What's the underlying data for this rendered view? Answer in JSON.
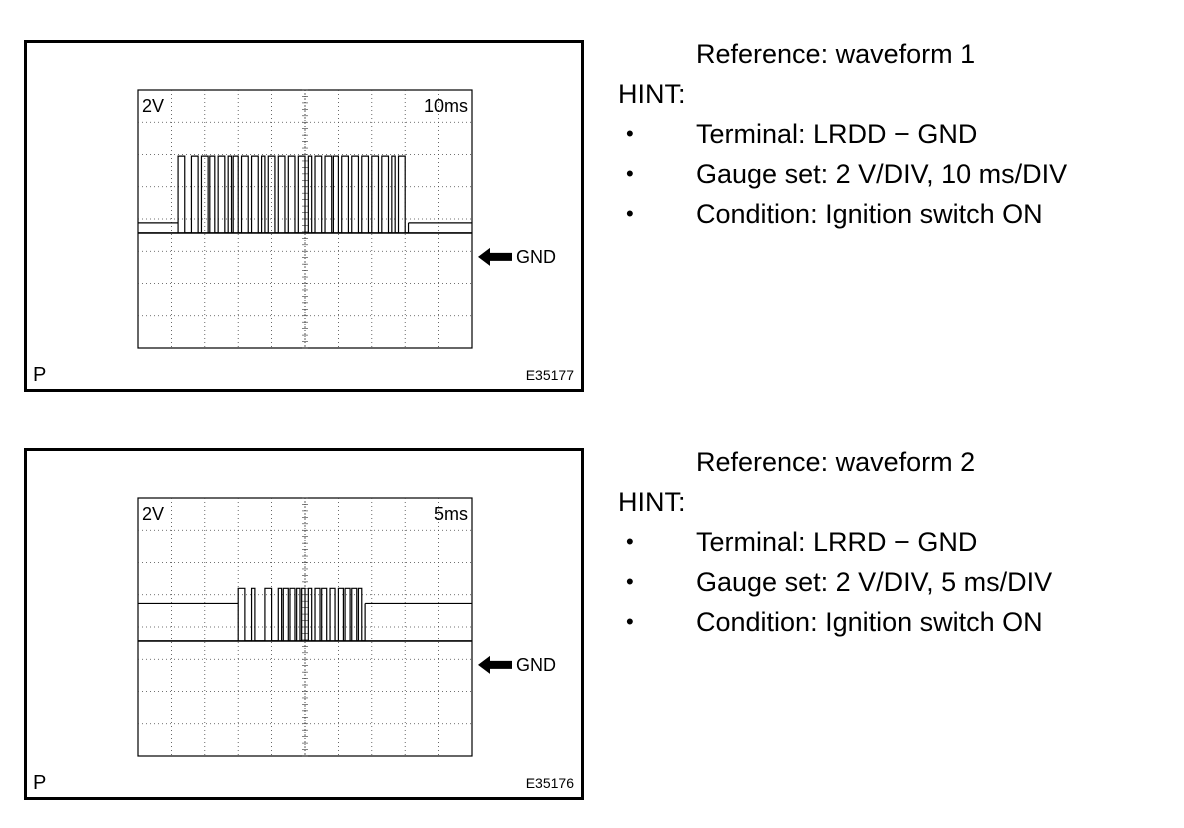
{
  "panels": [
    {
      "volt_label": "2V",
      "time_label": "10ms",
      "gnd_label": "GND",
      "corner_label": "P",
      "code": "E35177",
      "waveform_pulses": [
        [
          0.12,
          0.14
        ],
        [
          0.16,
          0.18
        ],
        [
          0.19,
          0.21
        ],
        [
          0.215,
          0.23
        ],
        [
          0.24,
          0.26
        ],
        [
          0.27,
          0.28
        ],
        [
          0.285,
          0.3
        ],
        [
          0.31,
          0.33
        ],
        [
          0.34,
          0.36
        ],
        [
          0.37,
          0.38
        ],
        [
          0.39,
          0.41
        ],
        [
          0.42,
          0.44
        ],
        [
          0.45,
          0.47
        ],
        [
          0.48,
          0.5
        ],
        [
          0.51,
          0.52
        ],
        [
          0.53,
          0.55
        ],
        [
          0.56,
          0.58
        ],
        [
          0.585,
          0.6
        ],
        [
          0.61,
          0.63
        ],
        [
          0.64,
          0.66
        ],
        [
          0.67,
          0.69
        ],
        [
          0.7,
          0.72
        ],
        [
          0.73,
          0.75
        ],
        [
          0.76,
          0.77
        ],
        [
          0.78,
          0.8
        ]
      ],
      "pulse_span": [
        0.12,
        0.81
      ]
    },
    {
      "volt_label": "2V",
      "time_label": "5ms",
      "gnd_label": "GND",
      "corner_label": "P",
      "code": "E35176",
      "waveform_pulses": [
        [
          0.3,
          0.32
        ],
        [
          0.34,
          0.35
        ],
        [
          0.38,
          0.4
        ],
        [
          0.42,
          0.43
        ],
        [
          0.435,
          0.45
        ],
        [
          0.455,
          0.47
        ],
        [
          0.475,
          0.485
        ],
        [
          0.49,
          0.5
        ],
        [
          0.51,
          0.52
        ],
        [
          0.53,
          0.545
        ],
        [
          0.55,
          0.565
        ],
        [
          0.575,
          0.59
        ],
        [
          0.6,
          0.615
        ],
        [
          0.62,
          0.635
        ],
        [
          0.64,
          0.655
        ],
        [
          0.66,
          0.67
        ]
      ],
      "pulse_span": [
        0.3,
        0.68
      ]
    }
  ],
  "hints": [
    {
      "reference": "Reference: waveform 1",
      "hint_label": "HINT:",
      "items": [
        "Terminal: LRDD − GND",
        "Gauge set: 2 V/DIV, 10 ms/DIV",
        "Condition: Ignition switch ON"
      ]
    },
    {
      "reference": "Reference: waveform 2",
      "hint_label": "HINT:",
      "items": [
        "Terminal: LRRD − GND",
        "Gauge set: 2 V/DIV, 5 ms/DIV",
        "Condition: Ignition switch ON"
      ]
    }
  ]
}
